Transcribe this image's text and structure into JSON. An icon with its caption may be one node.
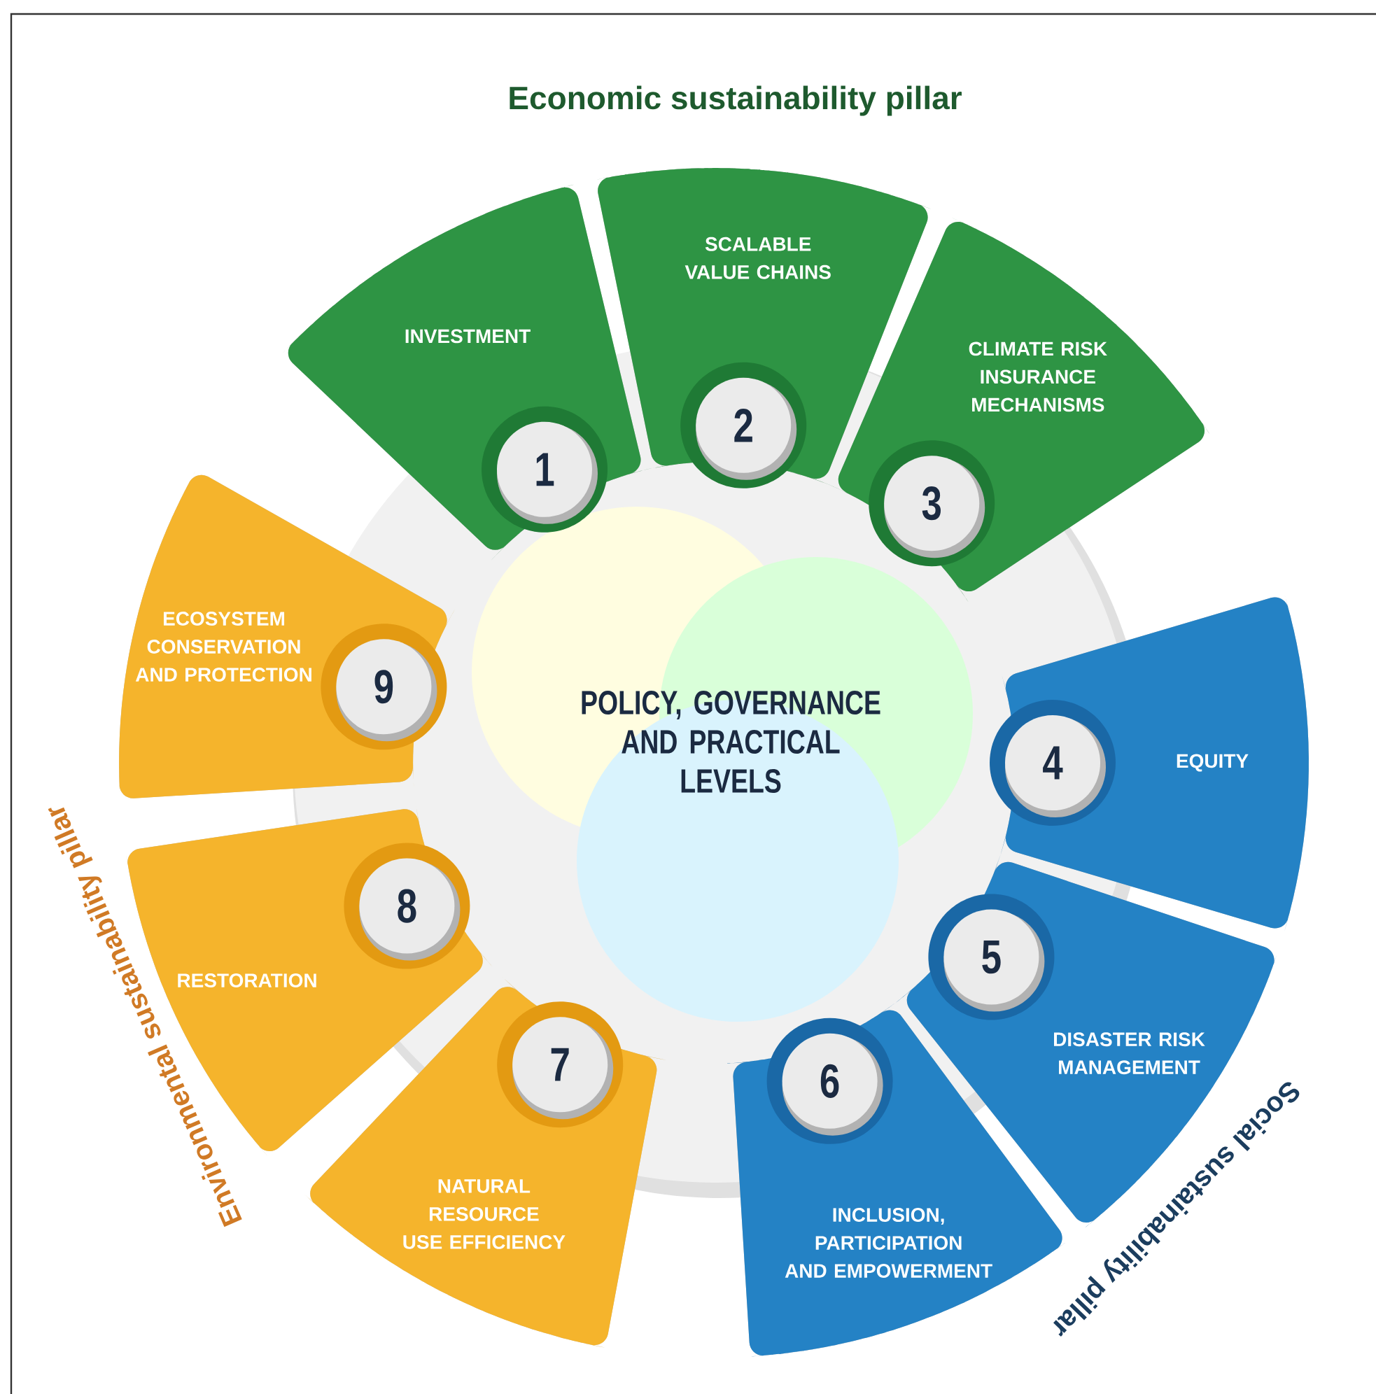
{
  "diagram": {
    "nodes": [
      {
        "text": [
          "POLICY, GOVERNANCE AND PRACTICAL LEVELS"
        ]
      },
      {
        "text": [
          "INVESTMENT"
        ]
      },
      {
        "text": [
          "SCALABLE VALUE CHAINS"
        ]
      },
      {
        "text": [
          "CLIMATE RISK INSURANCE MECHANISMS"
        ]
      },
      {
        "text": [
          "EQUITY"
        ]
      },
      {
        "text": [
          "DISASTER RISK MANAGEMENT"
        ]
      },
      {
        "text": [
          "INCLUSION, PARTICIPATION AND EMPOWERMENT"
        ]
      },
      {
        "text": [
          "NATURAL RESOURCE USE EFFICIENCY"
        ]
      },
      {
        "text": [
          "RESTORATION"
        ]
      },
      {
        "text": [
          "ECOSYSTEM CONSERVATION AND PROTECTION"
        ]
      },
      {
        "text": [
          "1"
        ],
        "in": 1
      },
      {
        "text": [
          "2"
        ],
        "in": 2
      },
      {
        "text": [
          "3"
        ],
        "in": 3
      },
      {
        "text": [
          "4"
        ],
        "in": 4
      },
      {
        "text": [
          "5"
        ],
        "in": 5
      },
      {
        "text": [
          "6"
        ],
        "in": 6
      },
      {
        "text": [
          "7"
        ],
        "in": 7
      },
      {
        "text": [
          "8"
        ],
        "in": 8
      },
      {
        "text": [
          "9"
        ],
        "in": 9
      }
    ],
    "labels": [
      "Economic sustainability pillar",
      "Environmental sustainability pillar",
      "Social sustainability pillar"
    ]
  }
}
